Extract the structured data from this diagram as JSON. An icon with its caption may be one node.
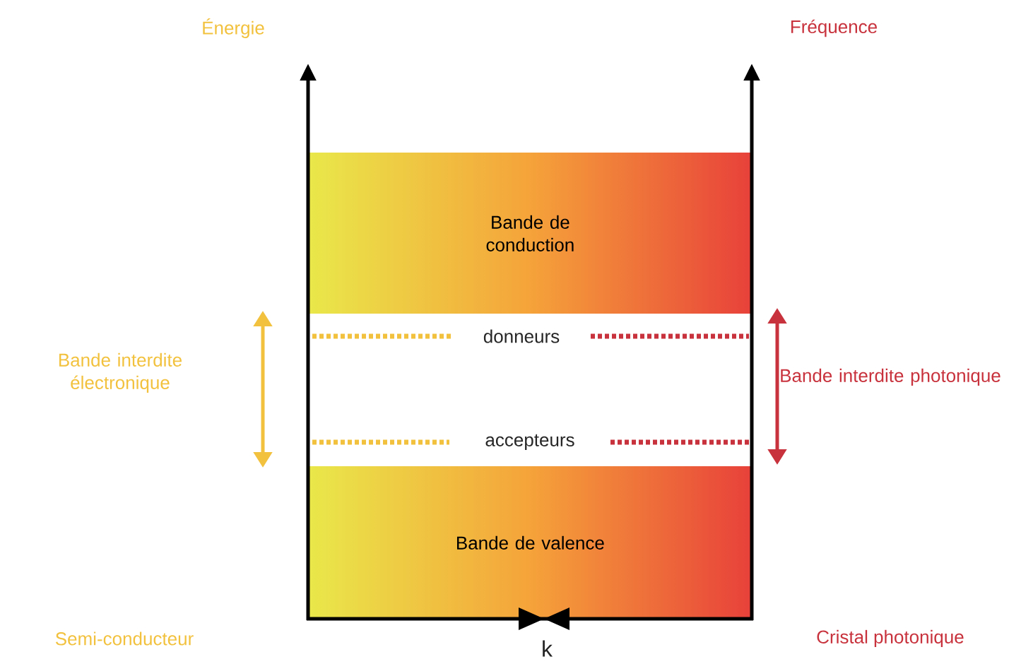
{
  "diagram": {
    "nodes": [
      {
        "text": [
          "Bande de conduction"
        ]
      },
      {
        "text": [
          "Bande de valence"
        ]
      }
    ],
    "edges": [],
    "labels": [
      "Énergie",
      "Fréquence",
      "Bande interdite électronique",
      "donneurs",
      "Bande interdite photonique",
      "accepteurs",
      "Semi-conducteur",
      "Cristal photonique",
      "k"
    ]
  }
}
